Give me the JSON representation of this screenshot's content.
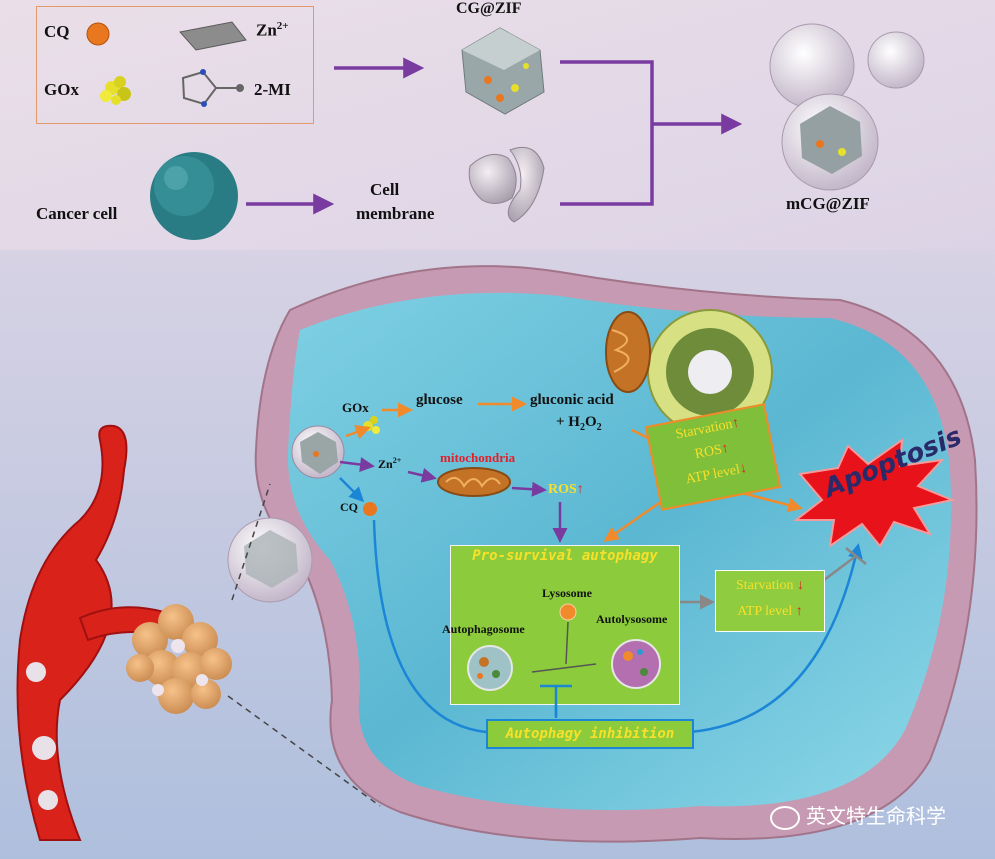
{
  "legend": {
    "cq": "CQ",
    "zn": "Zn",
    "zn_sup": "2+",
    "gox": "GOx",
    "mi": "2-MI"
  },
  "synthesis": {
    "cgzif": "CG@ZIF",
    "cancer_cell": "Cancer cell",
    "cell_membrane_1": "Cell",
    "cell_membrane_2": "membrane",
    "mcgzif": "mCG@ZIF"
  },
  "pathway": {
    "gox": "GOx",
    "glucose": "glucose",
    "gluconic": "gluconic acid",
    "h2o2": "+ H",
    "h2o2_sub": "2",
    "h2o2_o": "O",
    "zn": "Zn",
    "zn_sup": "2+",
    "mito": "mitochondria",
    "ros": "ROS",
    "ros_arrow": "↑",
    "cq": "CQ"
  },
  "box_orange": {
    "l1": "Starvation",
    "l1a": "↑",
    "l2": "ROS",
    "l2a": "↑",
    "l3": "ATP level",
    "l3a": "↓"
  },
  "box_small": {
    "l1": "Starvation",
    "l1a": "↓",
    "l2": "ATP level",
    "l2a": "↑"
  },
  "autophagy": {
    "title": "Pro-survival autophagy",
    "lysosome": "Lysosome",
    "autophagosome": "Autophagosome",
    "autolysosome": "Autolysosome"
  },
  "inhibition": "Autophagy inhibition",
  "apoptosis": "Apoptosis",
  "watermark": "英文特生命科学",
  "colors": {
    "purple_arrow": "#7a3ba0",
    "orange_arrow": "#f08a2a",
    "blue_arrow": "#1c86d6",
    "box_green": "#8ccc3c",
    "label_yellow": "#f7e02a",
    "vessel_red": "#d8221a",
    "apoptosis_red": "#e8121a"
  }
}
